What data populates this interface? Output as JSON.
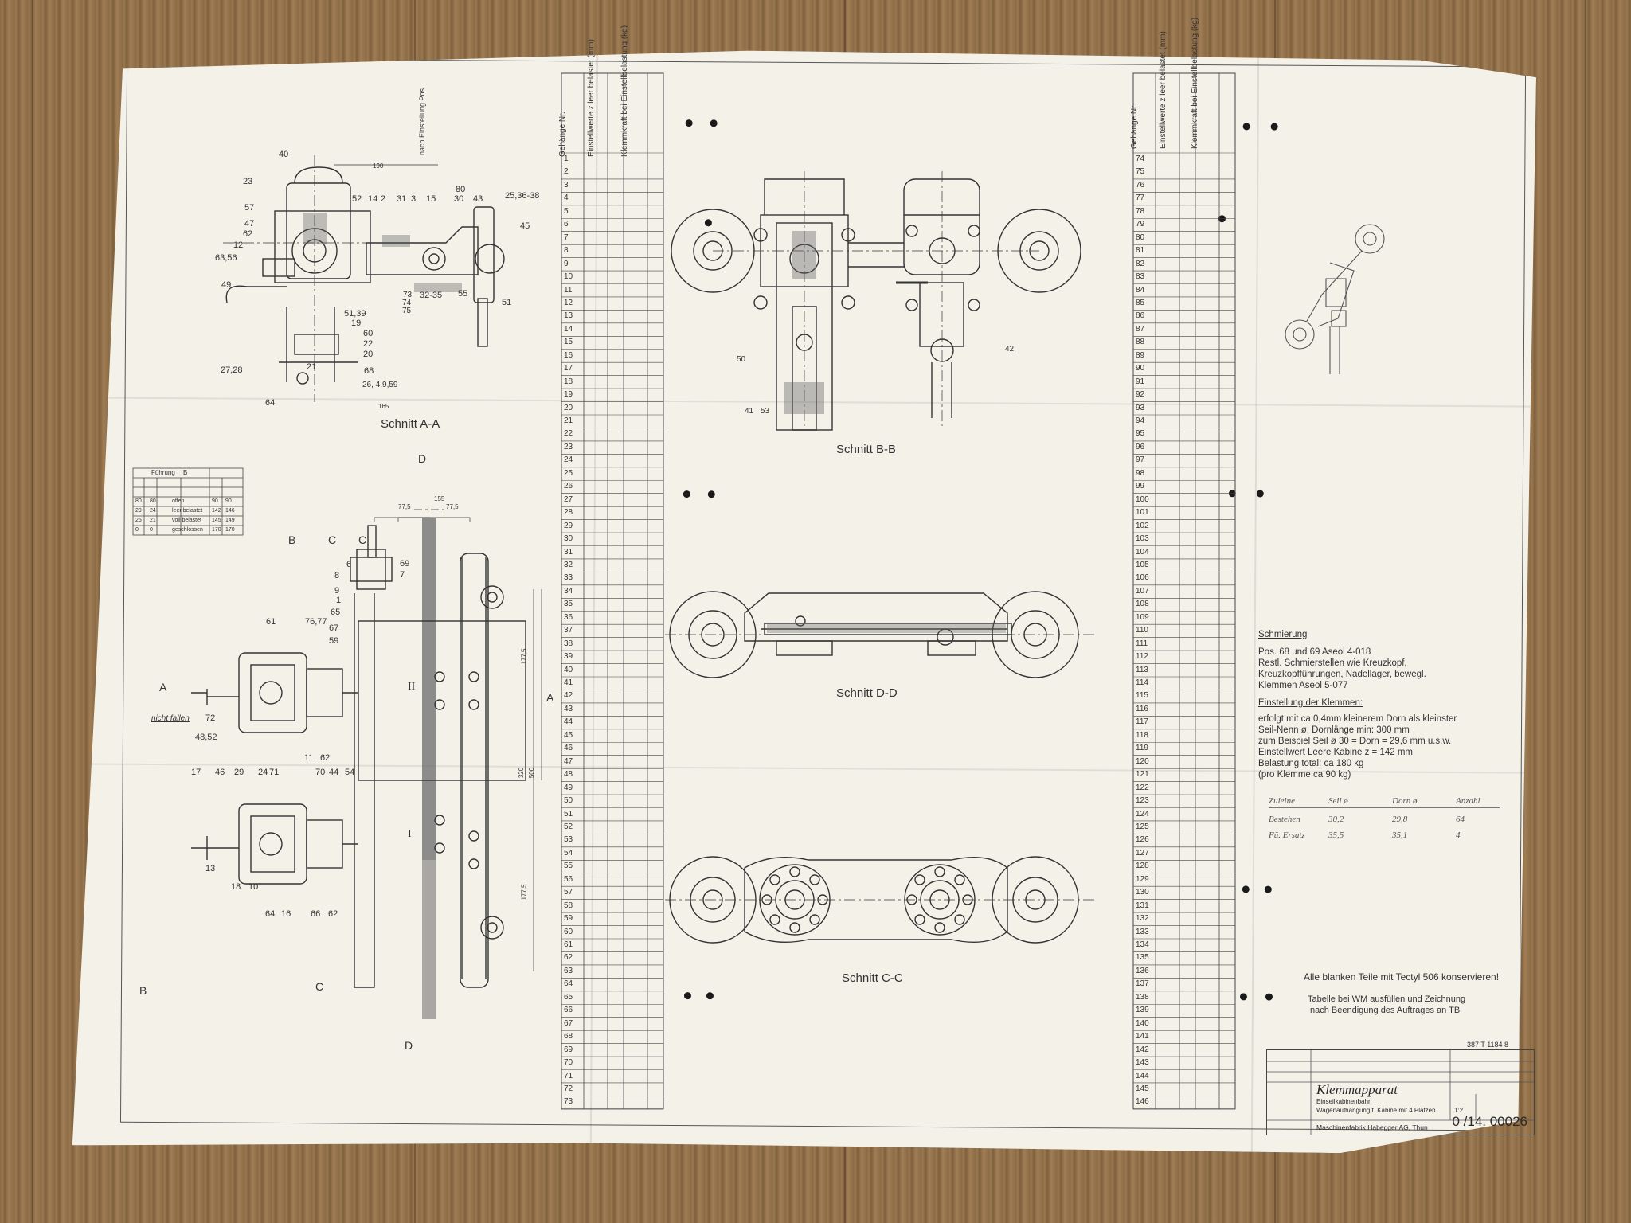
{
  "sections": {
    "aa": "Schnitt  A-A",
    "bb": "Schnitt  B-B",
    "dd": "Schnitt  D-D",
    "cc": "Schnitt  C-C"
  },
  "section_markers": {
    "d_top": "D",
    "b": "B",
    "c": "C",
    "c_2": "C",
    "a_left": "A",
    "a_right": "A",
    "b_bottom": "B",
    "c_bottom": "C",
    "d_bottom": "D",
    "nicht_fallen": "nicht fallen"
  },
  "callouts_aa": [
    "40",
    "23",
    "57",
    "62",
    "12",
    "63,56",
    "49",
    "47",
    "52",
    "14",
    "2",
    "31",
    "3",
    "15",
    "80",
    "30",
    "43",
    "25,36-38",
    "45",
    "51",
    "55",
    "73",
    "74",
    "75",
    "32-35",
    "51,39",
    "19",
    "60",
    "22",
    "20",
    "21",
    "68",
    "26, 4,9,59",
    "64",
    "27,28",
    "nach Einstellung Pos."
  ],
  "callouts_main": [
    "6",
    "8",
    "9",
    "1",
    "65",
    "69",
    "7",
    "61",
    "76,77",
    "67",
    "59",
    "72",
    "48,52",
    "11",
    "62",
    "70",
    "44",
    "54",
    "17",
    "46",
    "29",
    "24",
    "71",
    "13",
    "18",
    "10",
    "64",
    "16",
    "66",
    "62",
    "II",
    "I"
  ],
  "callouts_bb": [
    "50",
    "41",
    "53",
    "42"
  ],
  "dims": {
    "d1": "155",
    "d2": "77,5",
    "d3": "77,5",
    "d4": "190",
    "d5": "165",
    "d6": "177,5",
    "d7": "320",
    "d8": "500",
    "d9": "177,5"
  },
  "small_table": {
    "header": "Führung",
    "header2": "B",
    "rows": [
      [
        "80",
        "80",
        "offen",
        "90",
        "90"
      ],
      [
        "29",
        "24",
        "leer belastet",
        "142",
        "146"
      ],
      [
        "25",
        "21",
        "voll belastet",
        "145",
        "149"
      ],
      [
        "0",
        "0",
        "geschlossen",
        "170",
        "170"
      ]
    ]
  },
  "table_left": {
    "col_headers": [
      "Gehänge Nr.",
      "Einstellwerte z leer belastet (mm)",
      "Klemmkraft bei Einstellbelastung (kg)"
    ],
    "start": 1,
    "end": 73
  },
  "table_right": {
    "col_headers": [
      "Gehänge Nr.",
      "Einstellwerte z leer belastet (mm)",
      "Klemmkraft bei Einstellbelastung (kg)"
    ],
    "start": 74,
    "end": 146
  },
  "notes": {
    "schmierung_title": "Schmierung",
    "schmierung_lines": [
      "Pos. 68 und 69 Aseol 4-018",
      "Restl. Schmierstellen wie Kreuzkopf,",
      "Kreuzkopfführungen, Nadellager, bewegl.",
      "Klemmen Aseol 5-077"
    ],
    "einstellung_title": "Einstellung der Klemmen:",
    "einstellung_lines": [
      "erfolgt mit ca 0,4mm kleinerem Dorn als kleinster",
      "Seil-Nenn ø, Dornlänge min: 300 mm",
      "zum Beispiel Seil ø 30 = Dorn = 29,6 mm  u.s.w.",
      "Einstellwert Leere Kabine z = 142 mm",
      "Belastung total: ca 180 kg",
      "(pro Klemme ca  90 kg)"
    ],
    "hand_header": [
      "Zuleine",
      "Seil ø",
      "Dorn ø",
      "Anzahl"
    ],
    "hand_rows": [
      [
        "Bestehen",
        "30,2",
        "29,8",
        "64"
      ],
      [
        "Fü. Ersatz",
        "35,5",
        "35,1",
        "4"
      ]
    ],
    "konservieren": "Alle blanken Teile mit Tectyl 506 konservieren!",
    "tabelle_1": "Tabelle bei WM ausfüllen und Zeichnung",
    "tabelle_2": "nach Beendigung des Auftrages an TB"
  },
  "title_block": {
    "ref": "387 T 1184 8",
    "title": "Klemmapparat",
    "sub1": "Einseilkabinenbahn",
    "sub2": "Wagenaufhängung f. Kabine mit   4 Plätzen",
    "scale": "1:2",
    "company": "Maschinenfabrik Habegger AG, Thun",
    "drawing_no": "0 /14. 00026"
  }
}
